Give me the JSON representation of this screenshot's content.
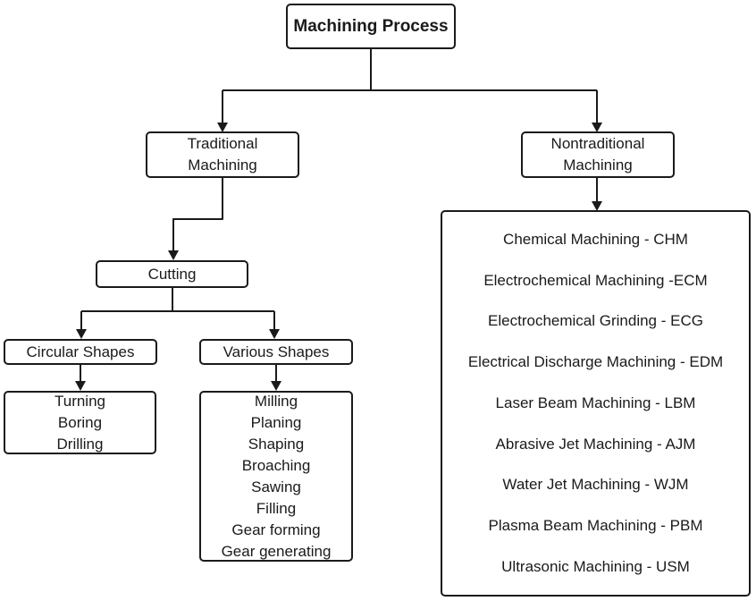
{
  "diagram": {
    "title": "Machining Process",
    "colors": {
      "background": "#ffffff",
      "line": "#1a1a1a",
      "border": "#1a1a1a",
      "text": "#1a1a1a"
    },
    "nodes": {
      "root": {
        "label": "Machining Process"
      },
      "traditional": {
        "label": "Traditional Machining"
      },
      "nontraditional": {
        "label": "Nontraditional Machining"
      },
      "cutting": {
        "label": "Cutting"
      },
      "circular_shapes": {
        "label": "Circular Shapes"
      },
      "various_shapes": {
        "label": "Various Shapes"
      },
      "circular_processes": {
        "lines": [
          "Turning",
          "Boring",
          "Drilling"
        ]
      },
      "various_processes": {
        "lines": [
          "Milling",
          "Planing",
          "Shaping",
          "Broaching",
          "Sawing",
          "Filling",
          "Gear forming",
          "Gear generating"
        ]
      },
      "nontraditional_processes": {
        "lines": [
          "Chemical Machining - CHM",
          "Electrochemical Machining -ECM",
          "Electrochemical Grinding - ECG",
          "Electrical Discharge Machining - EDM",
          "Laser Beam Machining - LBM",
          "Abrasive  Jet Machining - AJM",
          "Water Jet Machining - WJM",
          "Plasma Beam Machining - PBM",
          "Ultrasonic Machining - USM"
        ]
      }
    }
  }
}
